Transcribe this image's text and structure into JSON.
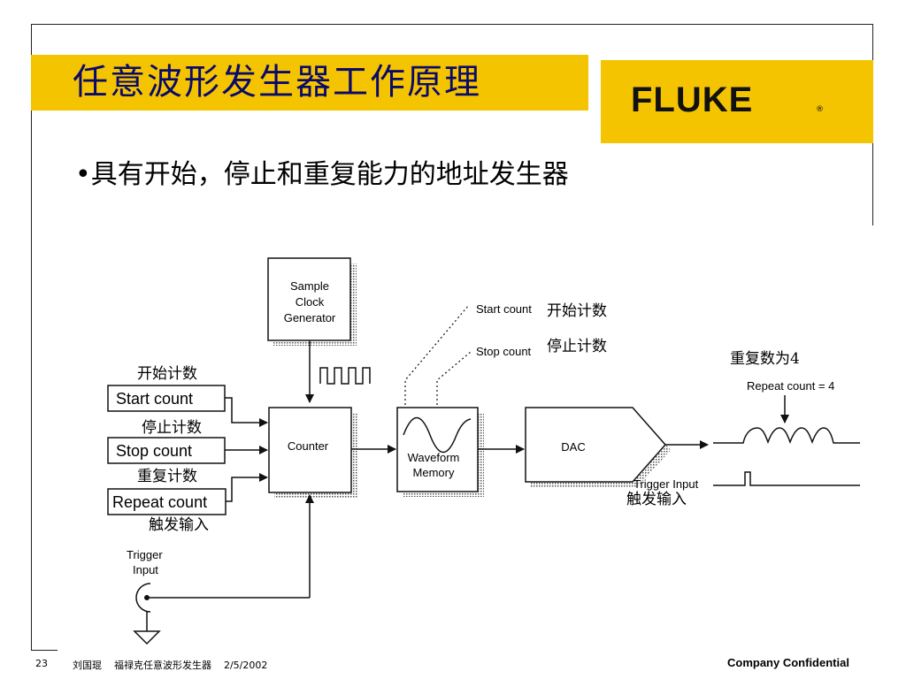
{
  "slide": {
    "title": "任意波形发生器工作原理",
    "bullet": "•具有开始，停止和重复能力的地址发生器",
    "logo": "FLUKE",
    "logo_mark": "®"
  },
  "footer": {
    "page": "23",
    "text": "刘国琨    福禄克任意波形发生器    2/5/2002",
    "confidential": "Company Confidential"
  },
  "diagram": {
    "sample_clock": [
      "Sample",
      "Clock",
      "Generator"
    ],
    "counter": "Counter",
    "waveform_memory": [
      "Waveform",
      "Memory"
    ],
    "dac": "DAC",
    "inputs": {
      "start_count": "Start count",
      "stop_count": "Stop count",
      "repeat_count": "Repeat count"
    },
    "trigger_input": [
      "Trigger",
      "Input"
    ],
    "start_count_label": "Start count",
    "stop_count_label": "Stop count",
    "repeat_count_label": "Repeat count = 4",
    "trigger_input_label": "Trigger Input",
    "cn": {
      "start_count_left": "开始计数",
      "stop_count_left": "停止计数",
      "repeat_count_left": "重复计数",
      "trigger_left": "触发输入",
      "start_count_top": "开始计数",
      "stop_count_top": "停止计数",
      "repeat_count_4": "重复数为4",
      "trigger_right": "触发输入"
    }
  }
}
